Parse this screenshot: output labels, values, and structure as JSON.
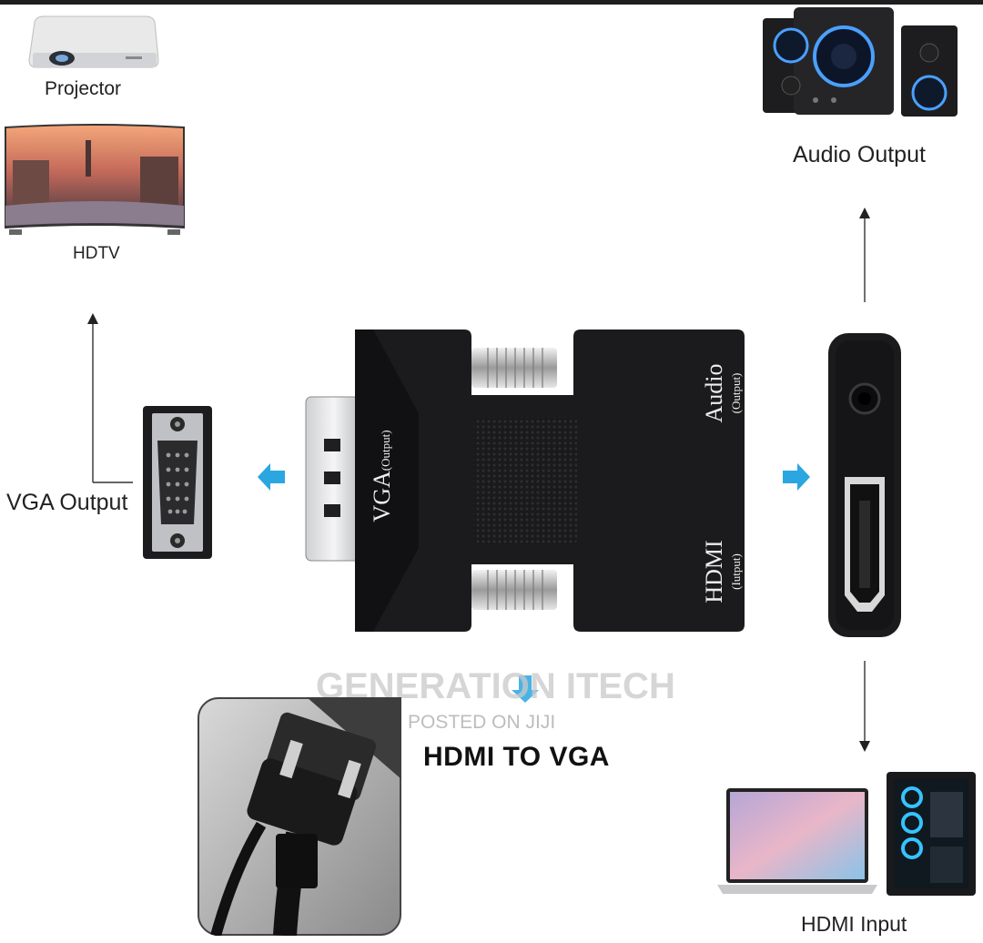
{
  "labels": {
    "projector": "Projector",
    "hdtv": "HDTV",
    "vga_output": "VGA Output",
    "audio_output": "Audio Output",
    "hdmi_input": "HDMI Input"
  },
  "adapter": {
    "vga_port_main": "VGA",
    "vga_port_sub": "(Output)",
    "audio_port_main": "Audio",
    "audio_port_sub": "(Output)",
    "hdmi_port_main": "HDMI",
    "hdmi_port_sub": "(Iutput)"
  },
  "title": "HDMI TO VGA",
  "watermark": {
    "brand": "GENERATION ITECH",
    "posted": "POSTED ON JIJI"
  },
  "colors": {
    "accent_arrow": "#2aa6e0",
    "adapter_body": "#1b1b1d"
  }
}
